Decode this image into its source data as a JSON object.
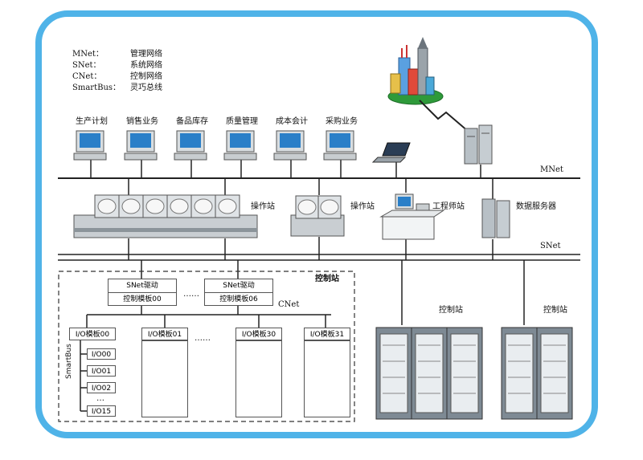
{
  "legend": [
    {
      "key": "MNet：",
      "value": "管理网络"
    },
    {
      "key": "SNet：",
      "value": "系统网络"
    },
    {
      "key": "CNet：",
      "value": "控制网络"
    },
    {
      "key": "SmartBus：",
      "value": "灵巧总线"
    }
  ],
  "management_terminals": [
    "生产计划",
    "销售业务",
    "备品库存",
    "质量管理",
    "成本会计",
    "采购业务"
  ],
  "network_labels": {
    "mnet": "MNet",
    "snet": "SNet",
    "cnet": "CNet",
    "smartbus": "SmartBus"
  },
  "stations": {
    "operator_1": "操作站",
    "operator_2": "操作站",
    "engineer": "工程师站",
    "data_server": "数据服务器"
  },
  "control_station": {
    "title": "控制站",
    "driver_1": {
      "line1": "SNet驱动",
      "line2": "控制模板00"
    },
    "driver_2": {
      "line1": "SNet驱动",
      "line2": "控制模板06"
    },
    "ellipsis": "……",
    "io_modules": [
      "I/O模板00",
      "I/O模板01",
      "I/O模板30",
      "I/O模板31"
    ],
    "io_ellipsis": "……",
    "io_slots": [
      "I/O00",
      "I/O01",
      "I/O02",
      "…",
      "I/O15"
    ]
  },
  "cabinets": {
    "label_1": "控制站",
    "label_2": "控制站"
  },
  "colors": {
    "frame": "#4fb3e8",
    "screen": "#2a7fc8",
    "cabinet": "#7e8a94"
  }
}
